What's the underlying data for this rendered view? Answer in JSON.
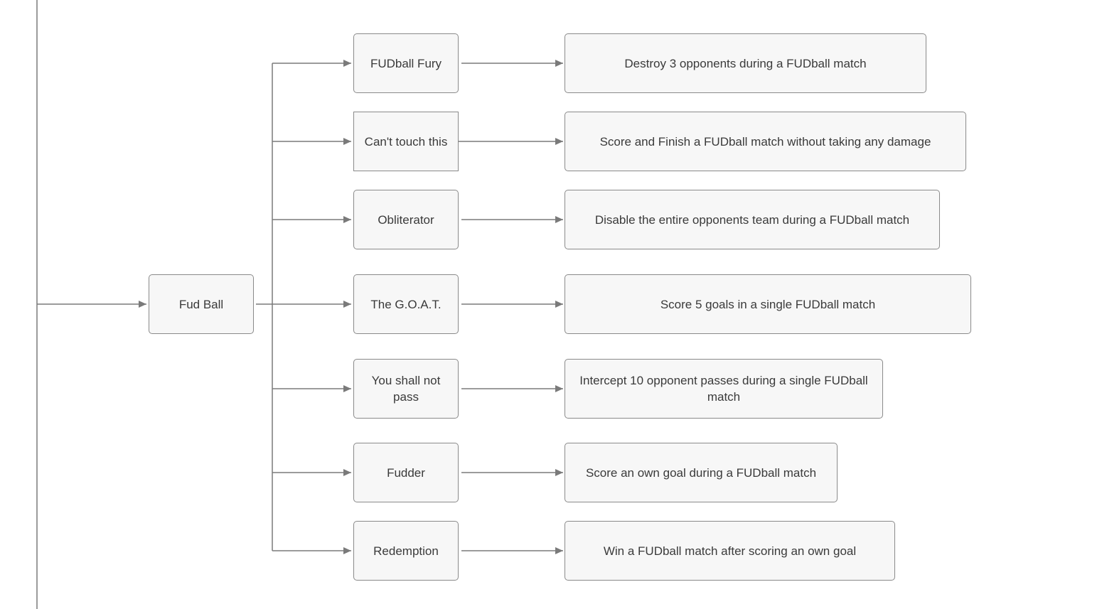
{
  "root": {
    "label": "Fud Ball"
  },
  "achievements": [
    {
      "name": "FUDball Fury",
      "description": "Destroy 3 opponents during a FUDball match"
    },
    {
      "name": "Can't touch this",
      "description": "Score and Finish a FUDball match without taking any damage"
    },
    {
      "name": "Obliterator",
      "description": "Disable the entire opponents team during a FUDball match"
    },
    {
      "name": "The G.O.A.T.",
      "description": "Score 5 goals in a single FUDball match"
    },
    {
      "name": "You shall not pass",
      "description": "Intercept 10 opponent passes during a single FUDball match"
    },
    {
      "name": "Fudder",
      "description": "Score an own goal during a FUDball match"
    },
    {
      "name": "Redemption",
      "description": "Win a FUDball match after scoring an own goal"
    }
  ],
  "colors": {
    "connector": "#7a7a7a",
    "node_fill": "#f7f7f7",
    "node_border": "#8a8a8a",
    "text": "#3a3a3a"
  }
}
